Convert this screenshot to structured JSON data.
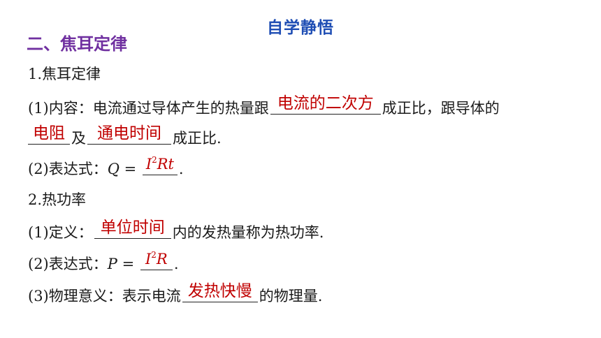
{
  "header": {
    "title": "自学静悟"
  },
  "section": {
    "title": "二、焦耳定律"
  },
  "item1": {
    "heading": "1.焦耳定律",
    "content_prefix": "(1)内容：电流通过导体产生的热量跟",
    "answer_current_squared": "电流的二次方",
    "content_middle": "成正比，跟导体的",
    "answer_resistance": "电阻",
    "content_and": "及",
    "answer_time": "通电时间",
    "content_suffix": "成正比.",
    "expr_prefix": "(2)表达式：",
    "expr_var": "Q",
    "expr_equals": " = ",
    "expr_answer_base": "I",
    "expr_answer_exp": "2",
    "expr_answer_tail": "Rt",
    "expr_end": "."
  },
  "item2": {
    "heading": "2.热功率",
    "def_prefix": "(1)定义：",
    "answer_unit_time": "单位时间",
    "def_suffix": "内的发热量称为热功率.",
    "expr_prefix": "(2)表达式：",
    "expr_var": "P",
    "expr_equals": " = ",
    "expr_answer_base": "I",
    "expr_answer_exp": "2",
    "expr_answer_tail": "R",
    "expr_end": ".",
    "meaning_prefix": "(3)物理意义：表示电流",
    "answer_heat_speed": "发热快慢",
    "meaning_suffix": "的物理量."
  }
}
